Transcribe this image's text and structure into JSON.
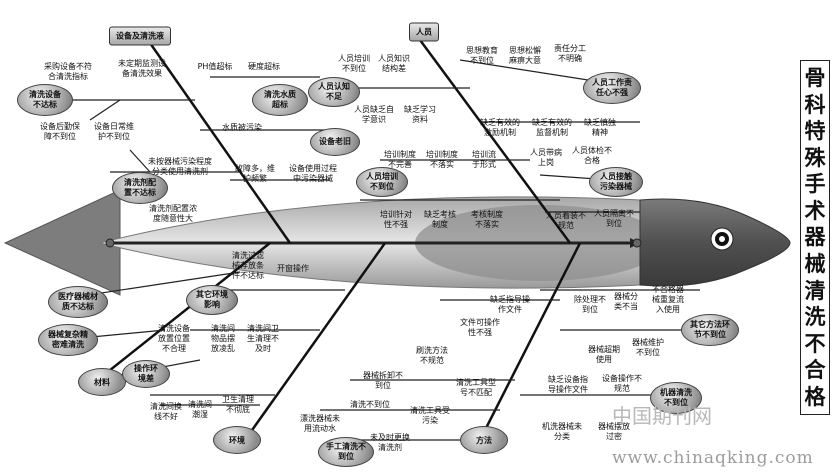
{
  "title": [
    "骨",
    "科",
    "特",
    "殊",
    "手",
    "术",
    "器",
    "械",
    "清",
    "洗",
    "不",
    "合",
    "格"
  ],
  "categories": {
    "equipment": "设备及清洗液",
    "personnel": "人员",
    "materials": "材料",
    "environment": "环境",
    "method": "方法"
  },
  "causes": {
    "cleaning_equipment_substandard": "清洗设备\n不达标",
    "cleaning_solution_substandard": "清洗水质\n超标",
    "equipment_aging": "设备老旧",
    "detergent_prep_not_standard": "清洗剂配\n置不达标",
    "staff_awareness_insufficient": "人员认知\n不足",
    "staff_motivation": "人员工作责\n任心不强",
    "staff_training_inadequate": "人员培训\n不到位",
    "staff_contact_pollution": "人员接触\n污染器械",
    "medical_instruments_substandard": "医疗器械材\n质不达标",
    "complex_structure": "器械复杂精\n密难清洗",
    "other_env_effect": "其它环境\n影响",
    "operation_env": "操作环\n境差",
    "manual_cleaning_not_in_place": "手工清洗不\n到位",
    "other_method_details": "其它方法环\n节不到位",
    "machine_cleaning": "机器清洗\n不到位"
  },
  "details": {
    "eq_1": "采购设备不符\n合清洗指标",
    "eq_2": "未定期监测设\n备清洗效果",
    "eq_3": "PH值超标",
    "eq_4": "硬度超标",
    "eq_5": "设备后勤保\n障不到位",
    "eq_6": "设备日常维\n护不到位",
    "eq_7": "水质被污染",
    "eq_8": "未按器械污染程度\n分类使用清洗剂",
    "eq_9": "故障多，维\n护频繁",
    "eq_10": "设备使用过程\n中污染器械",
    "eq_11": "清洗剂配置浓\n度随意性大",
    "p_1": "人员培训\n不到位",
    "p_2": "人员知识\n结构差",
    "p_3": "思想教育\n不到位",
    "p_4": "思想松懈\n麻痹大意",
    "p_5": "责任分工\n不明确",
    "p_6": "人员缺乏自\n学意识",
    "p_7": "缺乏学习\n资料",
    "p_8": "缺乏有效的\n激励机制",
    "p_9": "缺乏有效的\n监督机制",
    "p_10": "缺乏慎独\n精神",
    "p_11": "培训制度\n不完善",
    "p_12": "培训制度\n不落实",
    "p_13": "培训流\n于形式",
    "p_14": "人员带病\n上岗",
    "p_15": "人员体检不\n合格",
    "p_16": "培训针对\n性不强",
    "p_17": "缺乏考核\n制度",
    "p_18": "考核制度\n不落实",
    "p_19": "人员着装不\n规范",
    "p_20": "人员隔离不\n到位",
    "env_1": "清洗过滤\n械存放条\n件不达标",
    "env_2": "开窗操作",
    "env_3": "清洗设备\n放置位置\n不合理",
    "env_4": "清洗间\n物品摆\n放凌乱",
    "env_5": "清洗间卫\n生清理不\n及时",
    "env_6": "清洗间换\n线不好",
    "env_7": "清洗间\n潮湿",
    "env_8": "卫生清理\n不彻底",
    "m_1": "缺乏指导操\n作文件",
    "m_2": "文件可操作\n性不强",
    "m_3": "刷洗方法\n不规范",
    "m_4": "器械拆卸不\n到位",
    "m_5": "清洗工具型\n号不匹配",
    "m_6": "清洗不到位",
    "m_7": "清洗工具受\n污染",
    "m_8": "漂洗器械未\n用流动水",
    "m_9": "未及时更换\n清洗剂",
    "m_10": "除处理不\n到位",
    "m_11": "器械分\n类不当",
    "m_12": "不合格器\n械重复流\n入使用",
    "m_13": "器械超期\n使用",
    "m_14": "器械维护\n不到位",
    "m_15": "缺乏设备指\n导操作文件",
    "m_16": "设备操作不\n规范",
    "m_17": "机洗器械未\n分类",
    "m_18": "器械摆放\n过密"
  },
  "watermark": {
    "cn": "中国期刊网",
    "url": "www.chinaqking.com"
  }
}
